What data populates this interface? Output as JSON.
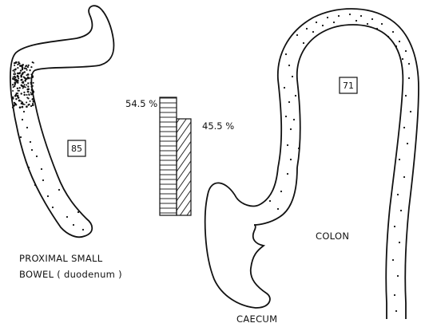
{
  "labels": {
    "proximal_line1": "PROXIMAL SMALL",
    "proximal_line2": "BOWEL ( duodenum )",
    "colon": "COLON",
    "caecum": "CAECUM"
  },
  "boxes": {
    "small_bowel_count": "85",
    "colon_count": "71"
  },
  "bars": {
    "left_percent": "54.5 %",
    "right_percent": "45.5 %",
    "left_value": 54.5,
    "right_value": 45.5
  }
}
